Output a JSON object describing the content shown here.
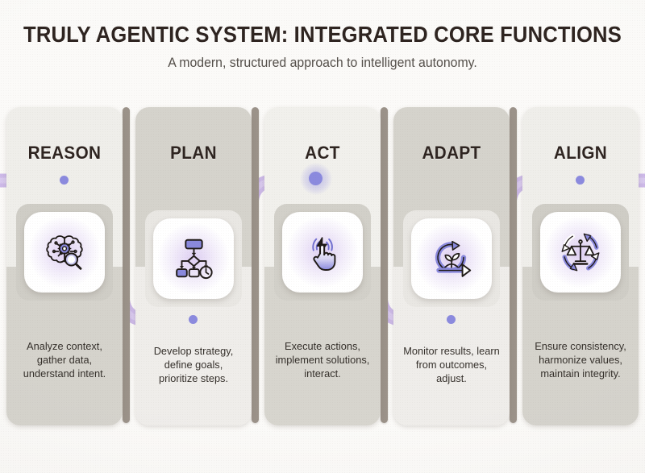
{
  "header": {
    "title": "TRULY AGENTIC SYSTEM: INTEGRATED CORE FUNCTIONS",
    "subtitle": "A modern, structured approach to intelligent autonomy."
  },
  "colors": {
    "background": "#fbfaf8",
    "title_text": "#2e2420",
    "subtitle_text": "#55504b",
    "card_light": "#efeeea",
    "card_gray": "#d5d3cc",
    "separator": "#9b9289",
    "ribbon": "#cdb9e8",
    "node": "#8b8ade",
    "icon_accent": "#8a89dd",
    "icon_outline": "#1f1a17",
    "icon_tile": "#ffffff"
  },
  "steps": [
    {
      "label": "REASON",
      "description": "Analyze context, gather data, understand intent.",
      "icon": "brain-gear-magnifier-icon",
      "active": false,
      "node_position": "above-icon"
    },
    {
      "label": "PLAN",
      "description": "Develop strategy, define goals, prioritize steps.",
      "icon": "flowchart-clock-icon",
      "active": false,
      "node_position": "below-icon"
    },
    {
      "label": "ACT",
      "description": "Execute actions, implement solutions, interact.",
      "icon": "hand-tap-lightning-icon",
      "active": true,
      "node_position": "above-icon"
    },
    {
      "label": "ADAPT",
      "description": "Monitor results, learn from outcomes, adjust.",
      "icon": "cycle-arrow-plant-icon",
      "active": false,
      "node_position": "below-icon"
    },
    {
      "label": "ALIGN",
      "description": "Ensure consistency, harmonize values, maintain integrity.",
      "icon": "scales-cycle-icon",
      "active": false,
      "node_position": "above-icon"
    }
  ]
}
